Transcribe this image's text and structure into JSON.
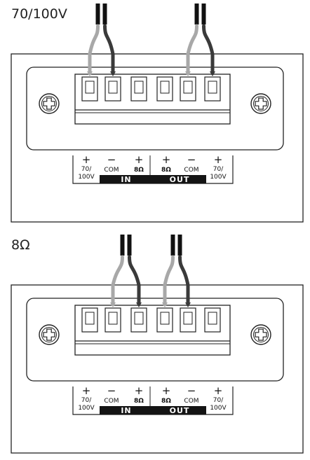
{
  "colors": {
    "wire_dark": "#3a3a3a",
    "wire_light": "#a8a8a8",
    "wire_tip": "#111111",
    "band": "#141414"
  },
  "panels": [
    {
      "title": "70/100V",
      "wiring": {
        "in_wire_terminals": [
          0,
          1
        ],
        "out_wire_terminals": [
          4,
          5
        ]
      },
      "terminals": [
        {
          "sign": "+",
          "lines": [
            "70/",
            "100V"
          ],
          "bold": false
        },
        {
          "sign": "−",
          "lines": [
            "COM"
          ],
          "bold": false
        },
        {
          "sign": "+",
          "lines": [
            "8Ω"
          ],
          "bold": true
        },
        {
          "sign": "+",
          "lines": [
            "8Ω"
          ],
          "bold": true
        },
        {
          "sign": "−",
          "lines": [
            "COM"
          ],
          "bold": false
        },
        {
          "sign": "+",
          "lines": [
            "70/",
            "100V"
          ],
          "bold": false
        }
      ],
      "group_in": "IN",
      "group_out": "OUT"
    },
    {
      "title": "8Ω",
      "wiring": {
        "in_wire_terminals": [
          1,
          2
        ],
        "out_wire_terminals": [
          3,
          4
        ]
      },
      "terminals": [
        {
          "sign": "+",
          "lines": [
            "70/",
            "100V"
          ],
          "bold": false
        },
        {
          "sign": "−",
          "lines": [
            "COM"
          ],
          "bold": false
        },
        {
          "sign": "+",
          "lines": [
            "8Ω"
          ],
          "bold": true
        },
        {
          "sign": "+",
          "lines": [
            "8Ω"
          ],
          "bold": true
        },
        {
          "sign": "−",
          "lines": [
            "COM"
          ],
          "bold": false
        },
        {
          "sign": "+",
          "lines": [
            "70/",
            "100V"
          ],
          "bold": false
        }
      ],
      "group_in": "IN",
      "group_out": "OUT"
    }
  ]
}
